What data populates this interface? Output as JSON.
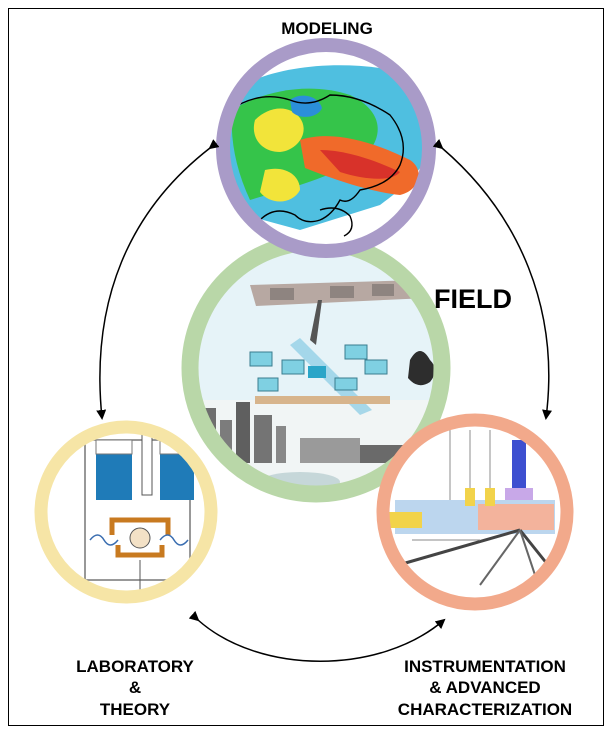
{
  "labels": {
    "modeling": "MODELING",
    "field": "FIELD",
    "laboratory": [
      "LABORATORY",
      "&",
      "THEORY"
    ],
    "instrumentation": [
      "INSTRUMENTATION",
      "& ADVANCED",
      "CHARACTERIZATION"
    ]
  },
  "colors": {
    "modeling_ring": "#a99bc8",
    "field_ring": "#b9d7a8",
    "laboratory_ring": "#f6e5a6",
    "instrumentation_ring": "#f2a98b",
    "arrow": "#000000"
  }
}
